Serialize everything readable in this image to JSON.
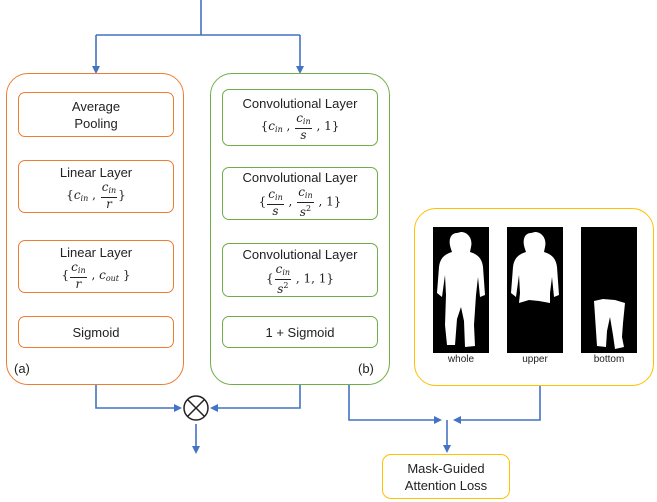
{
  "colors": {
    "arrow": "#4472c4",
    "orange": "#ed7d31",
    "green": "#70ad47",
    "yellow": "#ffc000"
  },
  "branch_a": {
    "label": "(a)",
    "average_pooling": "Average\nPooling",
    "linear1_title": "Linear Layer",
    "linear2_title": "Linear Layer",
    "sigmoid": "Sigmoid"
  },
  "branch_b": {
    "label": "(b)",
    "conv1_title": "Convolutional Layer",
    "conv2_title": "Convolutional Layer",
    "conv3_title": "Convolutional Layer",
    "sigmoid": "1 + Sigmoid"
  },
  "masks": {
    "captions": [
      "whole",
      "upper",
      "bottom"
    ]
  },
  "loss": {
    "label_line1": "Mask-Guided",
    "label_line2": "Attention Loss"
  },
  "multiply_icon": "circle-times"
}
